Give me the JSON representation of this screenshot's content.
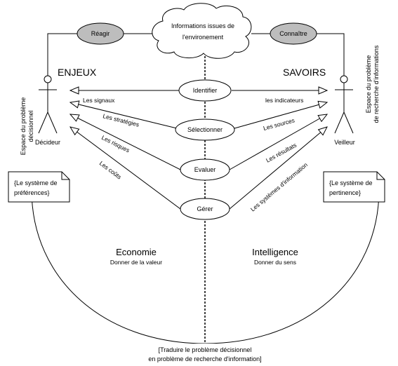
{
  "cloud": {
    "line1": "Informations issues de",
    "line2": "l'environement"
  },
  "react_label": "Réagir",
  "know_label": "Connaître",
  "left_space": {
    "line1": "Espace du problème",
    "line2": "décisionnel"
  },
  "right_space": {
    "line1": "Espace du problème",
    "line2": "de recherche d'informations"
  },
  "enjeux": "ENJEUX",
  "savoirs": "SAVOIRS",
  "decideur": "Décideur",
  "veilleur": "Veilleur",
  "actions": [
    "Identifier",
    "Sélectionner",
    "Evaluer",
    "Gérer"
  ],
  "left_edges": [
    "Les signaux",
    "Les stratégies",
    "Les risques",
    "Les coûts"
  ],
  "right_edges": [
    "les indicateurs",
    "Les sources",
    "Les résultats",
    "Les systèmes d'information"
  ],
  "left_note": {
    "line1": "{Le système de",
    "line2": "préférences}"
  },
  "right_note": {
    "line1": "{Le système de",
    "line2": "pertinence}"
  },
  "economie": {
    "title": "Economie",
    "subtitle": "Donner de la valeur"
  },
  "intelligence": {
    "title": "Intelligence",
    "subtitle": "Donner du sens"
  },
  "bottom": {
    "line1": "[Traduire le problème décisionnel",
    "line2": "en problème de recherche d'information]"
  }
}
